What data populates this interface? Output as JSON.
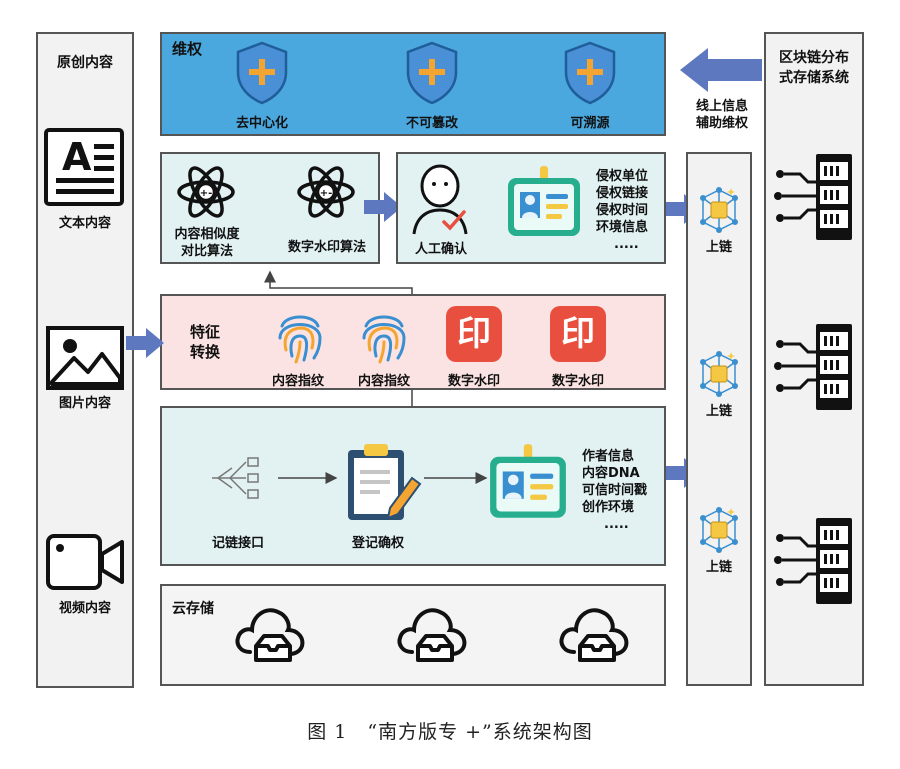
{
  "left_column": {
    "title": "原创内容",
    "items": [
      {
        "label": "文本内容",
        "icon": "text-document-icon"
      },
      {
        "label": "图片内容",
        "icon": "image-icon"
      },
      {
        "label": "视频内容",
        "icon": "video-camera-icon"
      }
    ]
  },
  "rights_panel": {
    "title": "维权",
    "items": [
      {
        "label": "去中心化",
        "icon": "shield-plus-icon"
      },
      {
        "label": "不可篡改",
        "icon": "shield-plus-icon"
      },
      {
        "label": "可溯源",
        "icon": "shield-plus-icon"
      }
    ]
  },
  "algorithm_panel": {
    "items": [
      {
        "label": "内容相似度\n对比算法",
        "icon": "atom-icon"
      },
      {
        "label": "数字水印算法",
        "icon": "atom-icon"
      }
    ]
  },
  "manual_panel": {
    "person_label": "人工确认",
    "info_lines": [
      "侵权单位",
      "侵权链接",
      "侵权时间",
      "环境信息",
      "....."
    ]
  },
  "feature_panel": {
    "title": "特征\n转换",
    "items": [
      {
        "label": "内容指纹",
        "icon": "fingerprint-icon"
      },
      {
        "label": "内容指纹",
        "icon": "fingerprint-icon"
      },
      {
        "label": "数字水印",
        "icon": "seal-stamp-icon",
        "glyph": "印"
      },
      {
        "label": "数字水印",
        "icon": "seal-stamp-icon",
        "glyph": "印"
      }
    ]
  },
  "register_panel": {
    "interface_label": "记链接口",
    "register_label": "登记确权",
    "info_lines": [
      "作者信息",
      "内容DNA",
      "可信时间戳",
      "创作环境",
      "....."
    ]
  },
  "cloud_panel": {
    "title": "云存储",
    "icon": "cloud-storage-icon"
  },
  "chain_column": {
    "items": [
      {
        "label": "上链"
      },
      {
        "label": "上链"
      },
      {
        "label": "上链"
      }
    ]
  },
  "blockchain_column": {
    "title": "区块链分布\n式存储系统",
    "arrow_label": "线上信息\n辅助维权",
    "icon": "server-rack-icon"
  },
  "caption": "图 1　“南方版专 +”系统架构图",
  "colors": {
    "rights_bg": "#4aa8de",
    "shield": "#4a90d6",
    "shield_plus": "#f4a531",
    "algo_bg": "#e2f2f3",
    "feature_bg": "#fce3e3",
    "stamp": "#e94f3f",
    "arrow": "#5e78c0",
    "card": "#27ae8f"
  }
}
